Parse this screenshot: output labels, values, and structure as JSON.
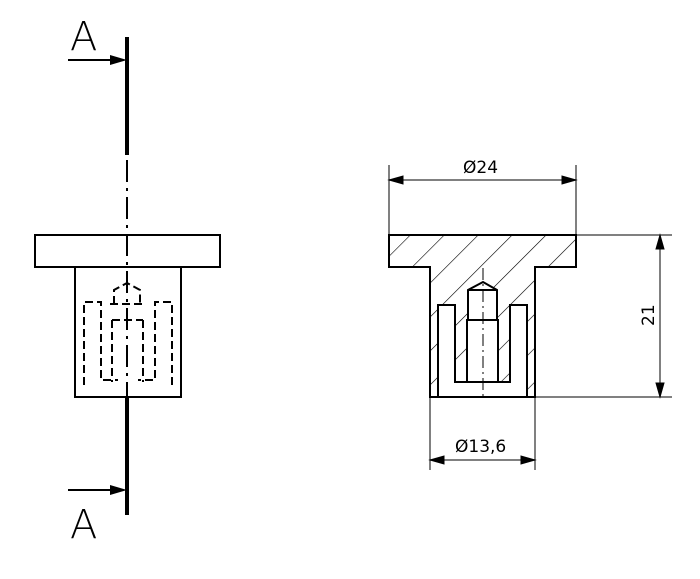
{
  "section_labels": {
    "top": "A",
    "bottom": "A"
  },
  "dimensions": {
    "flange_diameter": "Ø24",
    "height": "21",
    "body_diameter": "Ø13,6"
  }
}
